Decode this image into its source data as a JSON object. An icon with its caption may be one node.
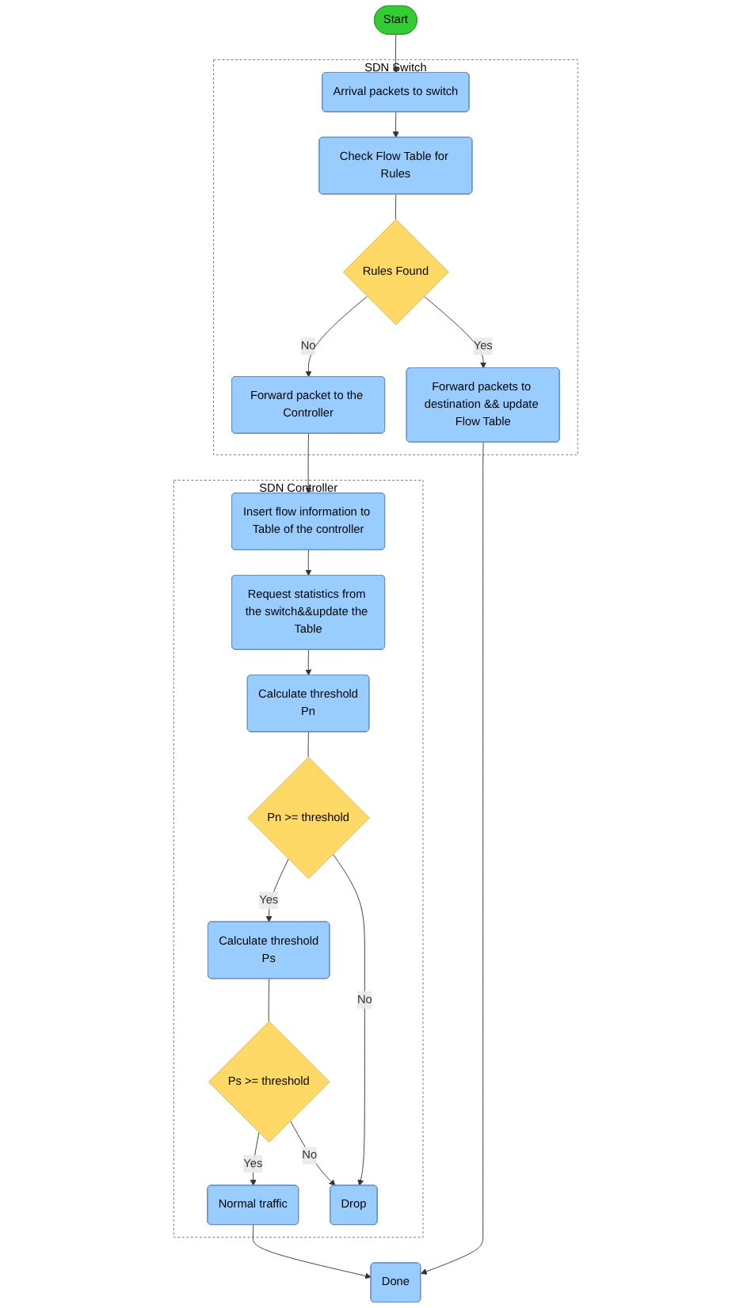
{
  "diagram": {
    "nodes": [
      {
        "text": [
          "Start"
        ]
      },
      {
        "text": [
          "SDN Switch"
        ]
      },
      {
        "text": [
          "Arrival packets to switch"
        ],
        "in": 1
      },
      {
        "text": [
          "Check Flow Table for Rules"
        ],
        "in": 1
      },
      {
        "text": [
          "Rules Found"
        ],
        "in": 1
      },
      {
        "text": [
          "Forward packet to the Controller"
        ],
        "in": 1
      },
      {
        "text": [
          "Forward packets to destination && update Flow Table"
        ],
        "in": 1
      },
      {
        "text": [
          "SDN Controller"
        ]
      },
      {
        "text": [
          "Insert flow information to Table of the controller"
        ],
        "in": 7
      },
      {
        "text": [
          "Request statistics from the switch&&update the Table"
        ],
        "in": 7
      },
      {
        "text": [
          "Calculate threshold",
          "Pn"
        ],
        "in": 7
      },
      {
        "text": [
          "Pn >= threshold"
        ],
        "in": 7
      },
      {
        "text": [
          "Calculate threshold",
          "Ps"
        ],
        "in": 7
      },
      {
        "text": [
          "Normal traffic"
        ],
        "in": 7
      },
      {
        "text": [
          "Ps >= threshold"
        ],
        "in": 7
      },
      {
        "text": [
          "Drop"
        ],
        "in": 7
      },
      {
        "text": [
          "Done"
        ]
      }
    ],
    "edges": [
      {
        "from": 0,
        "to": 2,
        "arrow": "to"
      },
      {
        "from": 2,
        "to": 3,
        "arrow": "to"
      },
      {
        "from": 3,
        "to": 4,
        "arrow": "none"
      },
      {
        "from": 4,
        "to": 5,
        "label": "No",
        "arrow": "to"
      },
      {
        "from": 4,
        "to": 6,
        "label": "Yes",
        "arrow": "to"
      },
      {
        "from": 6,
        "to": 16,
        "arrow": "to"
      },
      {
        "from": 5,
        "to": 8,
        "arrow": "to"
      },
      {
        "from": 8,
        "to": 9,
        "arrow": "to"
      },
      {
        "from": 9,
        "to": 10,
        "arrow": "to"
      },
      {
        "from": 10,
        "to": 11,
        "arrow": "none"
      },
      {
        "from": 11,
        "to": 12,
        "label": "Yes",
        "arrow": "to"
      },
      {
        "from": 11,
        "to": 15,
        "label": "No",
        "arrow": "to"
      },
      {
        "from": 12,
        "to": 14,
        "arrow": "none"
      },
      {
        "from": 14,
        "to": 13,
        "label": "Yes",
        "arrow": "to"
      },
      {
        "from": 14,
        "to": 15,
        "label": "No",
        "arrow": "to"
      },
      {
        "from": 13,
        "to": 16,
        "arrow": "to"
      }
    ]
  }
}
